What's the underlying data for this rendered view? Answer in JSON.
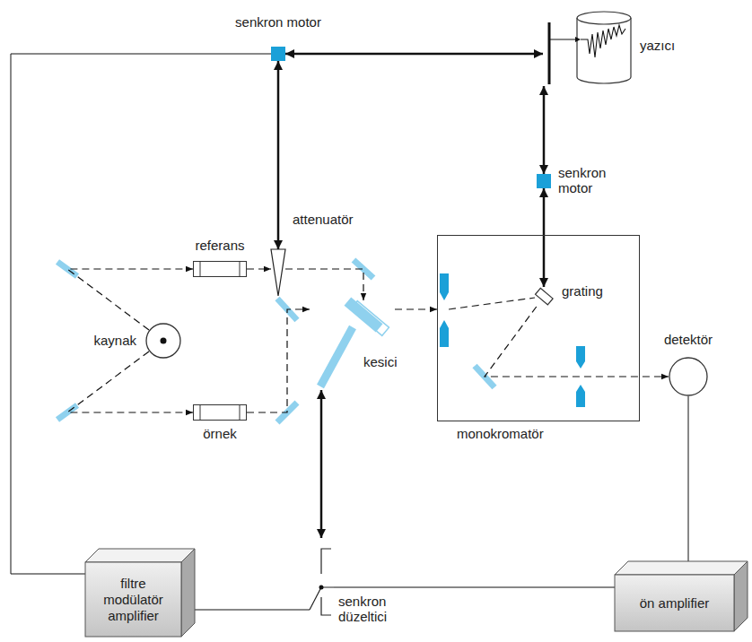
{
  "diagram": {
    "nodes": [
      {
        "text": [
          "senkron motor"
        ]
      },
      {
        "text": [
          "yazıcı"
        ]
      },
      {
        "text": [
          "senkron motor"
        ]
      },
      {
        "text": [
          "attenuatör"
        ]
      },
      {
        "text": [
          "referans"
        ]
      },
      {
        "text": [
          "kaynak"
        ]
      },
      {
        "text": [
          "monokromatör"
        ]
      },
      {
        "text": [
          "grating"
        ],
        "in": 6
      },
      {
        "text": [
          "detektör"
        ]
      },
      {
        "text": [
          "örnek"
        ]
      },
      {
        "text": [
          "kesici"
        ]
      },
      {
        "text": [
          "filtre modülatör amplifier"
        ]
      },
      {
        "text": [
          "senkron düzeltici"
        ]
      },
      {
        "text": [
          "ön amplifier"
        ]
      }
    ],
    "edges": [
      {
        "from": 0,
        "to": 1,
        "arrow": "both"
      },
      {
        "from": 0,
        "to": 3,
        "arrow": "both"
      },
      {
        "from": 1,
        "to": 2,
        "arrow": "both"
      },
      {
        "from": 2,
        "to": 7,
        "arrow": "both"
      },
      {
        "from": 10,
        "to": 12,
        "arrow": "both"
      },
      {
        "from": 11,
        "to": 0,
        "arrow": "none"
      },
      {
        "from": 8,
        "to": 13,
        "arrow": "none"
      },
      {
        "from": 13,
        "to": 12,
        "arrow": "none"
      },
      {
        "from": 12,
        "to": 11,
        "arrow": "none"
      },
      {
        "from": 5,
        "to": 4,
        "arrow": "to"
      },
      {
        "from": 5,
        "to": 9,
        "arrow": "to"
      },
      {
        "from": 4,
        "to": 3,
        "arrow": "to"
      },
      {
        "from": 3,
        "to": 10,
        "arrow": "to"
      },
      {
        "from": 9,
        "to": 10,
        "arrow": "to"
      },
      {
        "from": 10,
        "to": 6,
        "arrow": "to"
      },
      {
        "from": 7,
        "to": 8,
        "arrow": "to"
      }
    ]
  }
}
